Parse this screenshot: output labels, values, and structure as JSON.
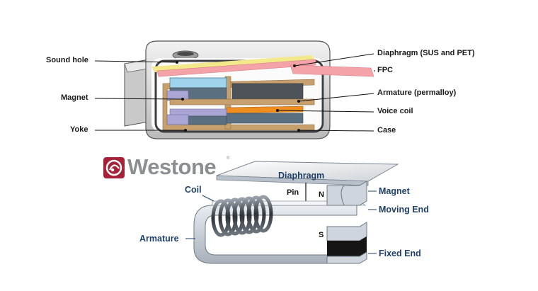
{
  "top_diagram": {
    "labels": {
      "sound_hole": "Sound hole",
      "magnet": "Magnet",
      "yoke": "Yoke",
      "diaphragm": "Diaphragm (SUS and PET)",
      "fpc": "FPC",
      "armature": "Armature (permalloy)",
      "voice_coil": "Voice coil",
      "case": "Case"
    }
  },
  "logo": {
    "brand": "Westone",
    "registered_mark": "®",
    "colors": {
      "emblem": "#a52238",
      "wordmark": "#8d8e91"
    }
  },
  "bottom_diagram": {
    "labels": {
      "diaphragm": "Diaphragm",
      "coil": "Coil",
      "pin": "Pin",
      "north": "N",
      "south": "S",
      "magnet": "Magnet",
      "moving_end": "Moving End",
      "armature": "Armature",
      "fixed_end": "Fixed End"
    }
  },
  "colors": {
    "top_labels": "#1a1a1a",
    "bottom_labels": "#1f3f66",
    "leader_lines": "#111111",
    "case_outline": "#3b3f44",
    "diaphragm_pink": "#f4a3a8",
    "yellow_layer": "#f3e88a",
    "magnet_blue": "#9fd4ec",
    "armature_tan": "#c7a06e",
    "voice_coil_orange": "#ef8d1f",
    "yoke_purple": "#a9a6d6",
    "dark_block": "#4d5358"
  }
}
